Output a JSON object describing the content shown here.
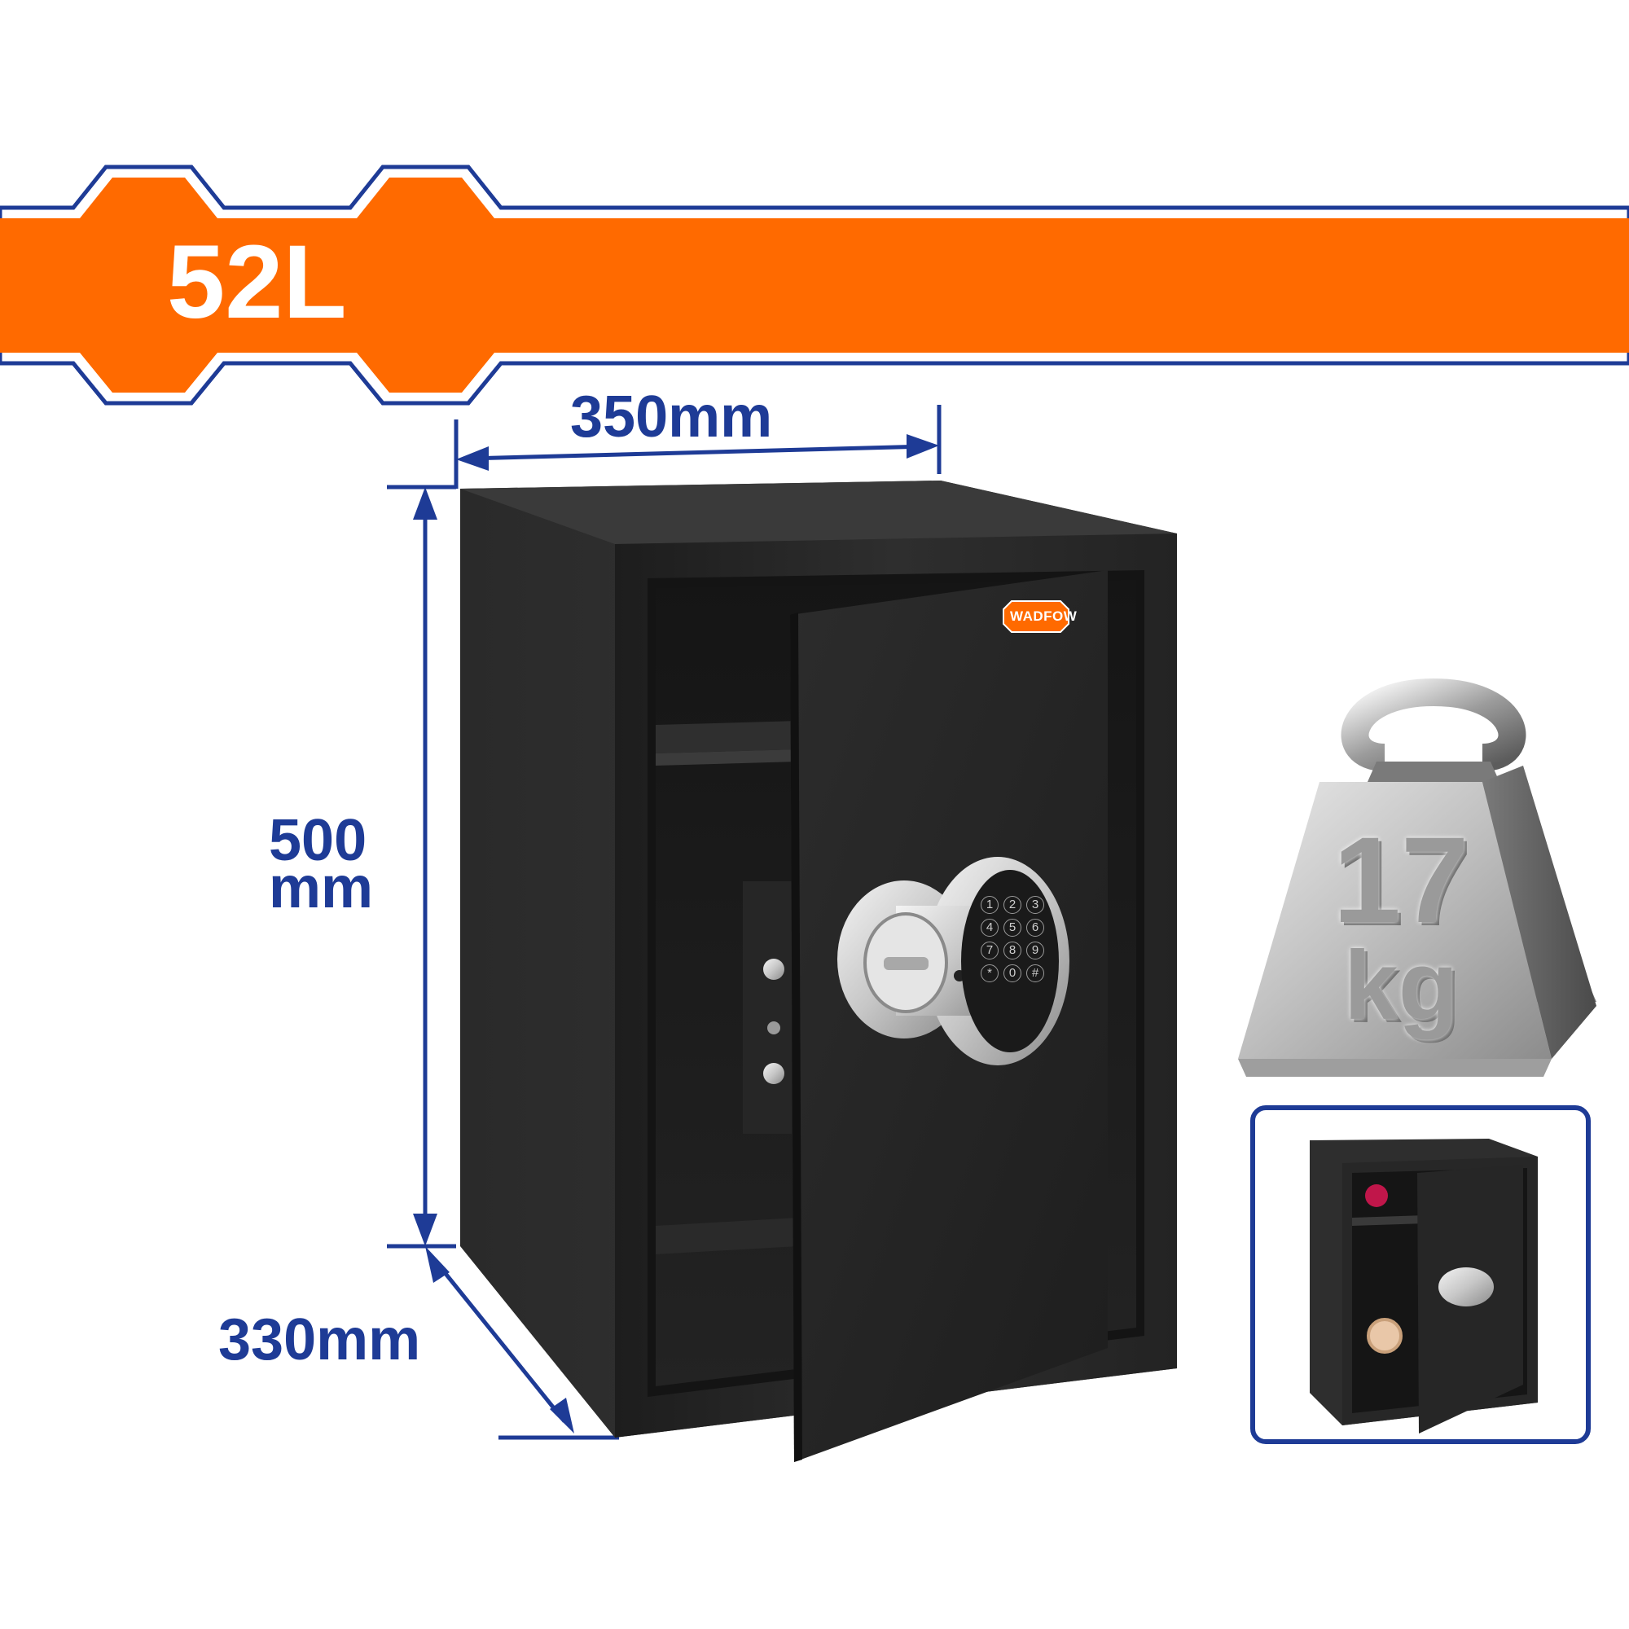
{
  "banner": {
    "capacity": "52L",
    "color": "#ff6a00",
    "line_color": "#1e3b96"
  },
  "dimensions": {
    "width": "350mm",
    "height_value": "500",
    "height_unit": "mm",
    "depth": "330mm",
    "color": "#1e3b96"
  },
  "product": {
    "brand": "WADFOW",
    "body_color": "#2b2b2b"
  },
  "weight": {
    "value": "17",
    "unit": "kg",
    "icon": "weight-icon"
  },
  "keypad": {
    "keys": [
      "1",
      "2",
      "3",
      "4",
      "5",
      "6",
      "7",
      "8",
      "9",
      "*",
      "0",
      "#"
    ]
  },
  "inset": {
    "border_color": "#1e3b96",
    "icon": "usage-photo"
  }
}
